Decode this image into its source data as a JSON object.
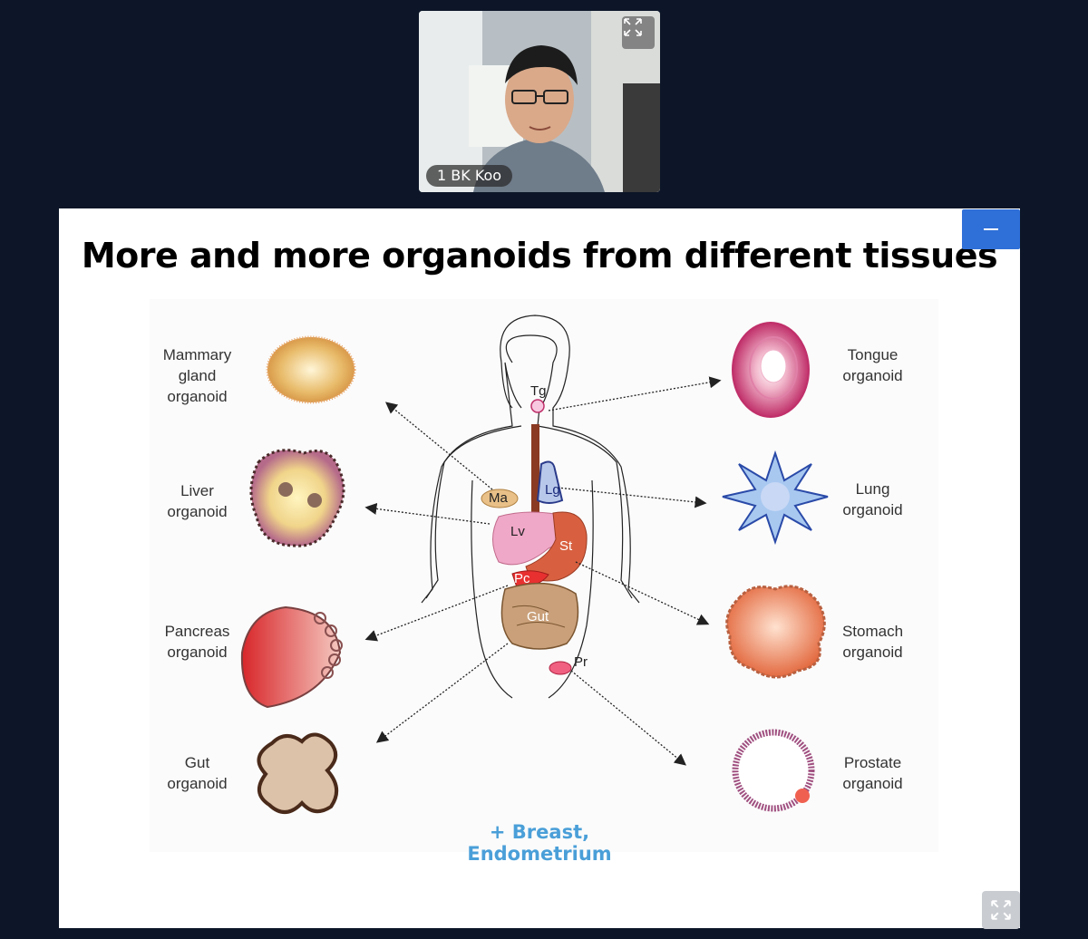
{
  "participant": {
    "name": "1 BK Koo"
  },
  "slide": {
    "title": "More and more organoids from different tissues",
    "footnote": "+ Breast, Endometrium",
    "organoids": {
      "mammary": [
        "Mammary",
        "gland",
        "organoid"
      ],
      "liver": [
        "Liver",
        "organoid"
      ],
      "pancreas": [
        "Pancreas",
        "organoid"
      ],
      "gut": [
        "Gut",
        "organoid"
      ],
      "tongue": [
        "Tongue",
        "organoid"
      ],
      "lung": [
        "Lung",
        "organoid"
      ],
      "stomach": [
        "Stomach",
        "organoid"
      ],
      "prostate": [
        "Prostate",
        "organoid"
      ]
    },
    "organs": {
      "tg": "Tg",
      "ma": "Ma",
      "lg": "Lg",
      "lv": "Lv",
      "st": "St",
      "pc": "Pc",
      "gut": "Gut",
      "pr": "Pr"
    }
  },
  "icons": {
    "expand": "expand-arrows-icon",
    "minimize": "minus-icon",
    "fullscreen": "fullscreen-icon"
  },
  "colors": {
    "background": "#0c1628",
    "accent_button": "#2f6fd8",
    "footnote": "#4a9fd8"
  }
}
